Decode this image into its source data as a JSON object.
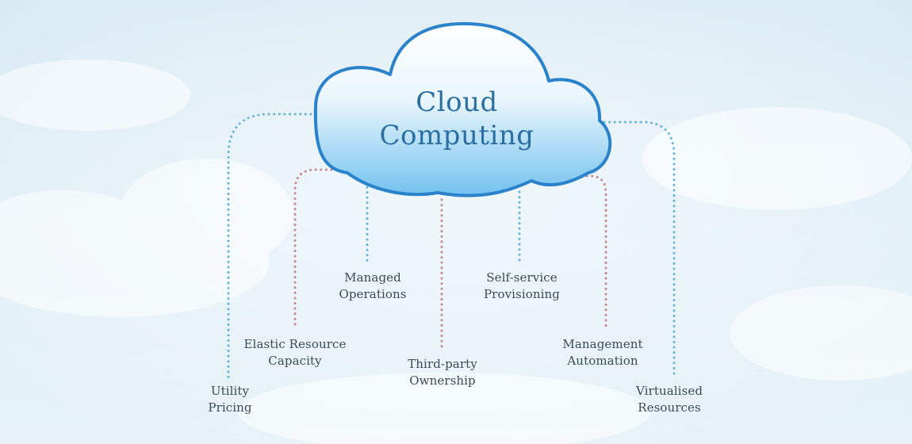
{
  "title": {
    "line1": "Cloud",
    "line2": "Computing"
  },
  "nodes": [
    {
      "id": "utility-pricing",
      "line1": "Utility",
      "line2": "Pricing",
      "connector": "blue"
    },
    {
      "id": "elastic-resource-capacity",
      "line1": "Elastic Resource",
      "line2": "Capacity",
      "connector": "red"
    },
    {
      "id": "managed-operations",
      "line1": "Managed",
      "line2": "Operations",
      "connector": "blue"
    },
    {
      "id": "third-party-ownership",
      "line1": "Third-party",
      "line2": "Ownership",
      "connector": "red"
    },
    {
      "id": "self-service-provisioning",
      "line1": "Self-service",
      "line2": "Provisioning",
      "connector": "blue"
    },
    {
      "id": "management-automation",
      "line1": "Management",
      "line2": "Automation",
      "connector": "red"
    },
    {
      "id": "virtualised-resources",
      "line1": "Virtualised",
      "line2": "Resources",
      "connector": "blue"
    }
  ],
  "colors": {
    "cloud_fill_top": "#ffffff",
    "cloud_fill_bottom": "#6fbfee",
    "cloud_stroke": "#2a82cb",
    "connector_blue": "#6ab4d3",
    "connector_red": "#c78a8a",
    "text": "#3a4a55",
    "title": "#2b6fa1"
  }
}
